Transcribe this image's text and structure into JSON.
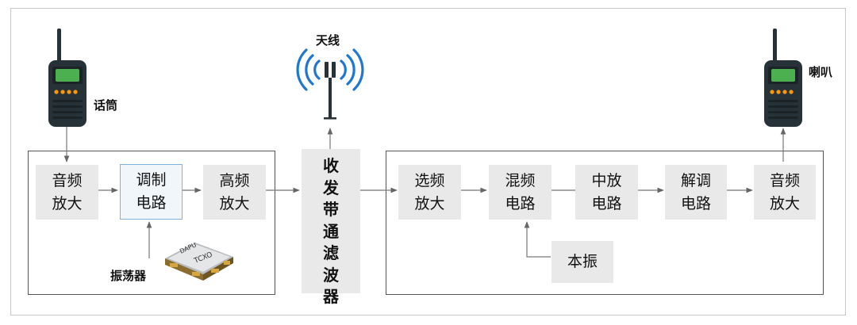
{
  "labels": {
    "mic": "话筒",
    "speaker": "喇叭",
    "antenna": "天线",
    "oscillator": "振荡器"
  },
  "tx": {
    "audio_amp": "音频\n放大",
    "modulator": "调制\n电路",
    "hf_amp": "高频\n放大"
  },
  "bandpass_filter": "收\n发\n带\n通\n滤\n波\n器",
  "rx": {
    "select_amp": "选频\n放大",
    "mixer": "混频\n电路",
    "if_amp": "中放\n电路",
    "demod": "解调\n电路",
    "audio_amp": "音频\n放大",
    "local_osc": "本振"
  },
  "tcxo_chip": {
    "brand": "DAPU",
    "model": "TCXO"
  },
  "icons": [
    "walkie-talkie-icon",
    "antenna-icon",
    "crystal-oscillator-icon"
  ],
  "colors": {
    "block": "#e9e9e9",
    "highlight_border": "#7fb2de",
    "radio_body": "#263238",
    "radio_screen": "#4caf50",
    "radio_keys": "#ff9800",
    "antenna_waves": "#1e78d2"
  }
}
